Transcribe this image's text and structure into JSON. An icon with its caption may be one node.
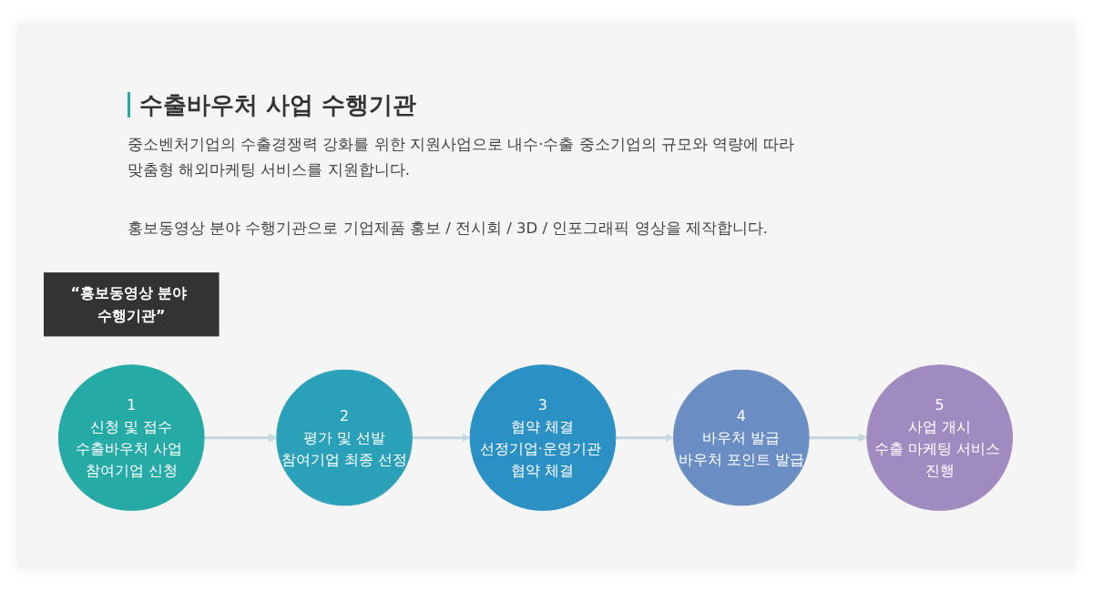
{
  "diagram": {
    "title": "수출바우처 사업 수행기관",
    "nodes": [
      {
        "text": [
          "“홍보동영상 분야 수행기관”"
        ]
      },
      {
        "text": [
          "1",
          "신청 및 접수",
          "수출바우처 사업 참여기업 신청"
        ]
      },
      {
        "text": [
          "2",
          "평가 및 선발",
          "참여기업 최종 선정"
        ]
      },
      {
        "text": [
          "3",
          "협약 체결",
          "선정기업·운영기관 협약 체결"
        ]
      },
      {
        "text": [
          "4",
          "바우처 발급",
          "바우처 포인트 발급"
        ]
      },
      {
        "text": [
          "5",
          "사업 개시",
          "수출 마케팅 서비스 진행"
        ]
      }
    ],
    "edges": [
      {
        "from": 1,
        "to": 2,
        "arrow": "to"
      },
      {
        "from": 2,
        "to": 3,
        "arrow": "to"
      },
      {
        "from": 3,
        "to": 4,
        "arrow": "to"
      },
      {
        "from": 4,
        "to": 5,
        "arrow": "to"
      }
    ],
    "labels": [
      "중소벤처기업의 수출경쟁력 강화를 위한 지원사업으로 내수·수출 중소기업의 규모와 역량에 따라 맞춤형 해외마케팅 서비스를 지원합니다.",
      "홍보동영상 분야 수행기관으로 기업제품 홍보 / 전시회 / 3D / 인포그래픽 영상을 제작합니다."
    ]
  }
}
